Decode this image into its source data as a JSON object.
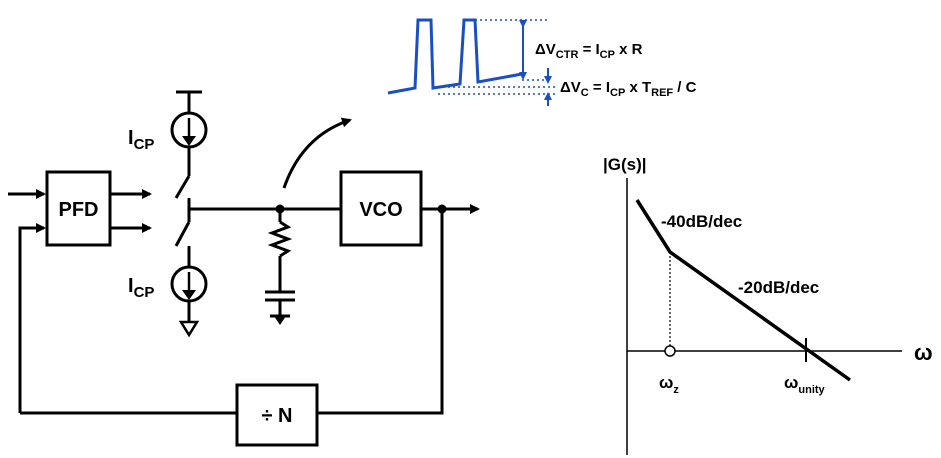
{
  "blocks": {
    "pfd": "PFD",
    "vco": "VCO",
    "divider": "÷ N"
  },
  "charge_pump": {
    "top_source": {
      "main": "I",
      "sub": "CP"
    },
    "bottom_source": {
      "main": "I",
      "sub": "CP"
    }
  },
  "waveform": {
    "color": "#1a4fc4",
    "eq1": {
      "delta": "ΔV",
      "dsub": "CTR",
      "eq": " = I",
      "isub": "CP",
      "rest": " x R"
    },
    "eq2": {
      "delta": "ΔV",
      "dsub": "C",
      "eq": " = I",
      "isub": "CP",
      "mid": " x T",
      "tsub": "REF",
      "rest": " / C"
    }
  },
  "bode": {
    "ylabel": "|G(s)|",
    "xlabel": "ω",
    "slope1": "-40dB/dec",
    "slope2": "-20dB/dec",
    "zero": {
      "main": "ω",
      "sub": "z"
    },
    "unity": {
      "main": "ω",
      "sub": "unity"
    }
  }
}
